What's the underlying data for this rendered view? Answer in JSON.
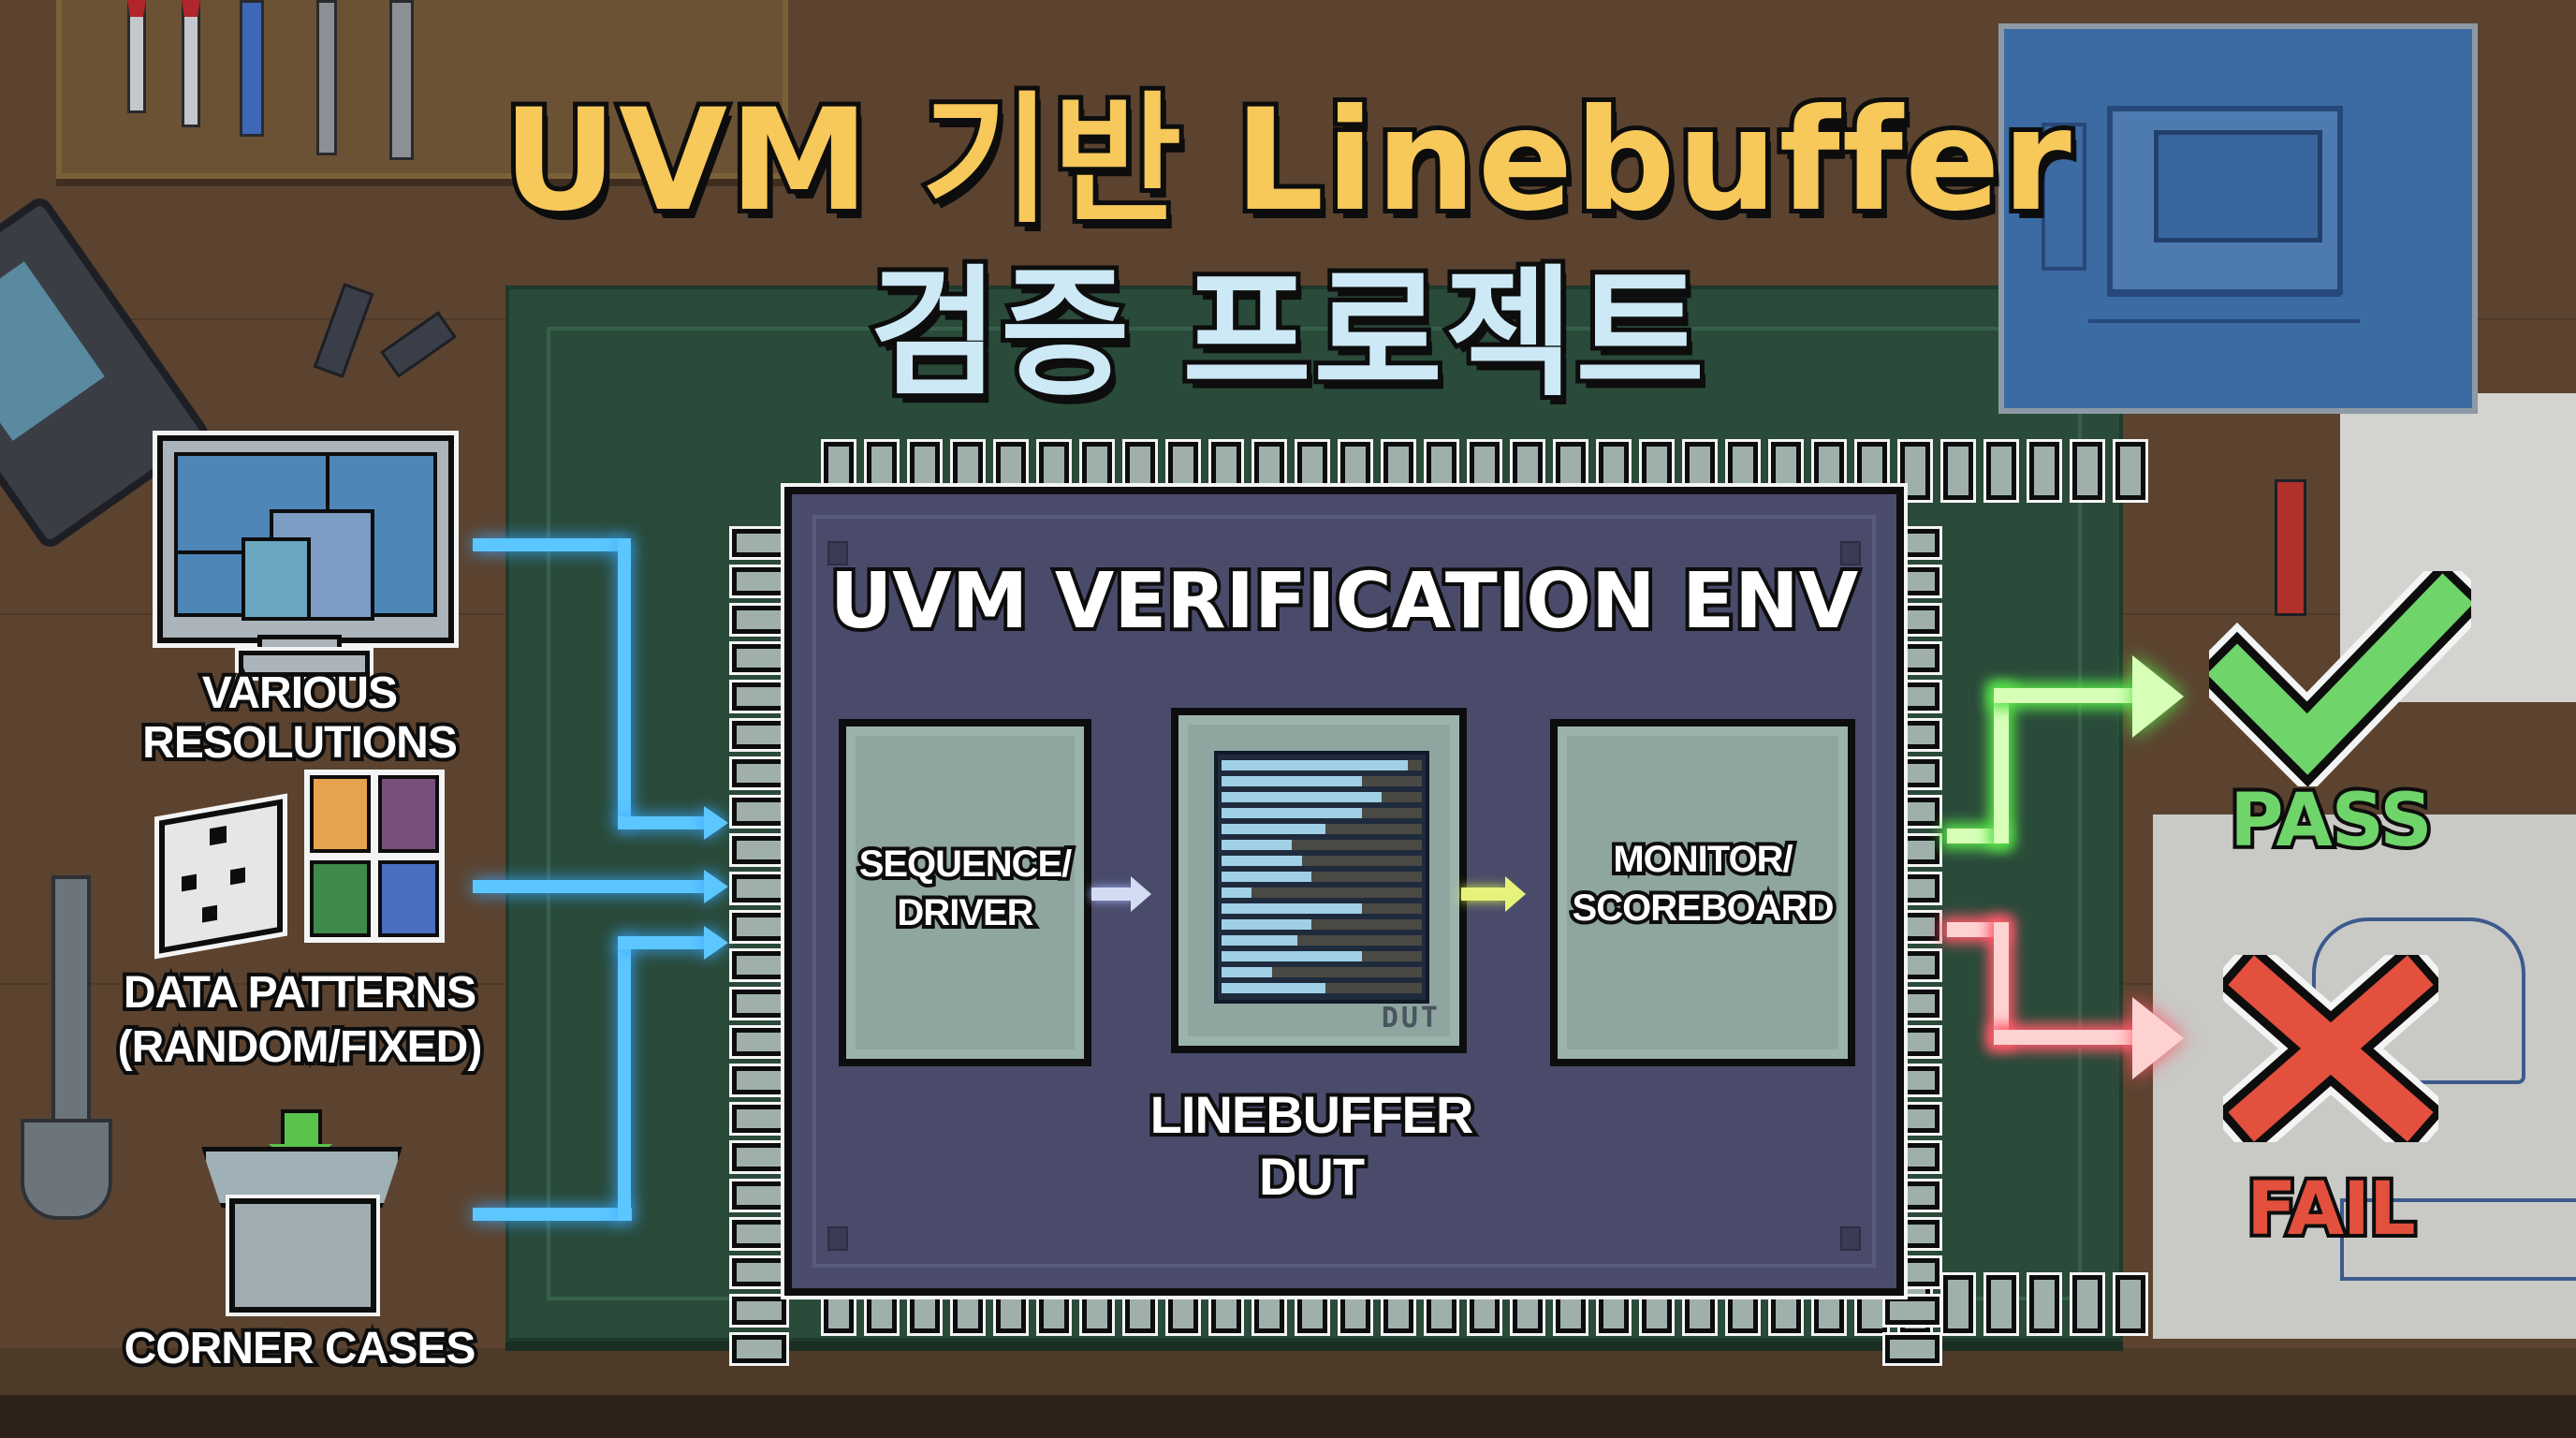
{
  "title": {
    "line1": "UVM 기반 Linebuffer",
    "line2": "검증 프로젝트"
  },
  "inputs": [
    {
      "label": "VARIOUS RESOLUTIONS",
      "icon": "monitor-icon"
    },
    {
      "label_line1": "DATA PATTERNS",
      "label_line2": "(RANDOM/FIXED)",
      "icon": "dice-and-patterns-icon"
    },
    {
      "label": "CORNER CASES",
      "icon": "box-with-arrow-icon"
    }
  ],
  "chip": {
    "title": "UVM VERIFICATION ENV",
    "blocks": {
      "driver_line1": "SEQUENCE/",
      "driver_line2": "DRIVER",
      "dut_tag": "DUT",
      "monitor_line1": "MONITOR/",
      "monitor_line2": "SCOREBOARD"
    },
    "dut_label_line1": "LINEBUFFER",
    "dut_label_line2": "DUT",
    "dut_bar_fill_pct": [
      93,
      70,
      80,
      70,
      52,
      35,
      40,
      45,
      15,
      70,
      45,
      38,
      70,
      25,
      52
    ]
  },
  "outputs": {
    "pass_label": "PASS",
    "fail_label": "FAIL"
  },
  "colors": {
    "title_yellow": "#f7c85a",
    "title_blue": "#cde9f5",
    "flow_blue": "#5cc6ff",
    "pass_green": "#6fd46a",
    "fail_red": "#e3503e",
    "chip_body": "#4b4c6d",
    "mat_green": "#2a4a3a",
    "wood": "#5b4330"
  }
}
